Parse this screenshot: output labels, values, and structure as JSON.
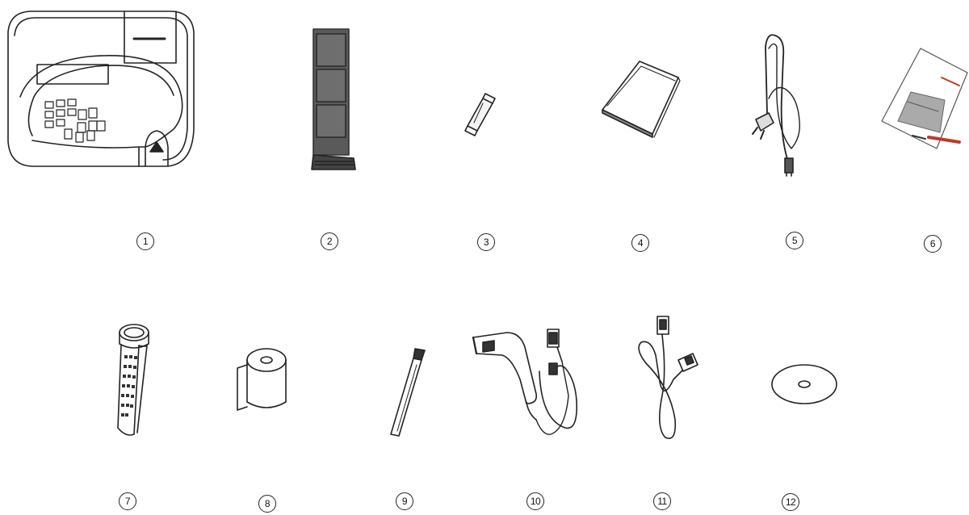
{
  "items": [
    {
      "id": "analyzer",
      "number": "1"
    },
    {
      "id": "test-strip-tray",
      "number": "2"
    },
    {
      "id": "fuse",
      "number": "3"
    },
    {
      "id": "booklet",
      "number": "4"
    },
    {
      "id": "power-cord",
      "number": "5"
    },
    {
      "id": "manual",
      "number": "6"
    },
    {
      "id": "strip-container-tube",
      "number": "7"
    },
    {
      "id": "printer-paper-roll",
      "number": "8"
    },
    {
      "id": "stylus-stick",
      "number": "9"
    },
    {
      "id": "barcode-scanner",
      "number": "10"
    },
    {
      "id": "serial-cable",
      "number": "11"
    },
    {
      "id": "cd-disc",
      "number": "12"
    }
  ],
  "colors": {
    "line": "#222222",
    "accent": "#c0392b",
    "dark": "#4a4a4a"
  }
}
